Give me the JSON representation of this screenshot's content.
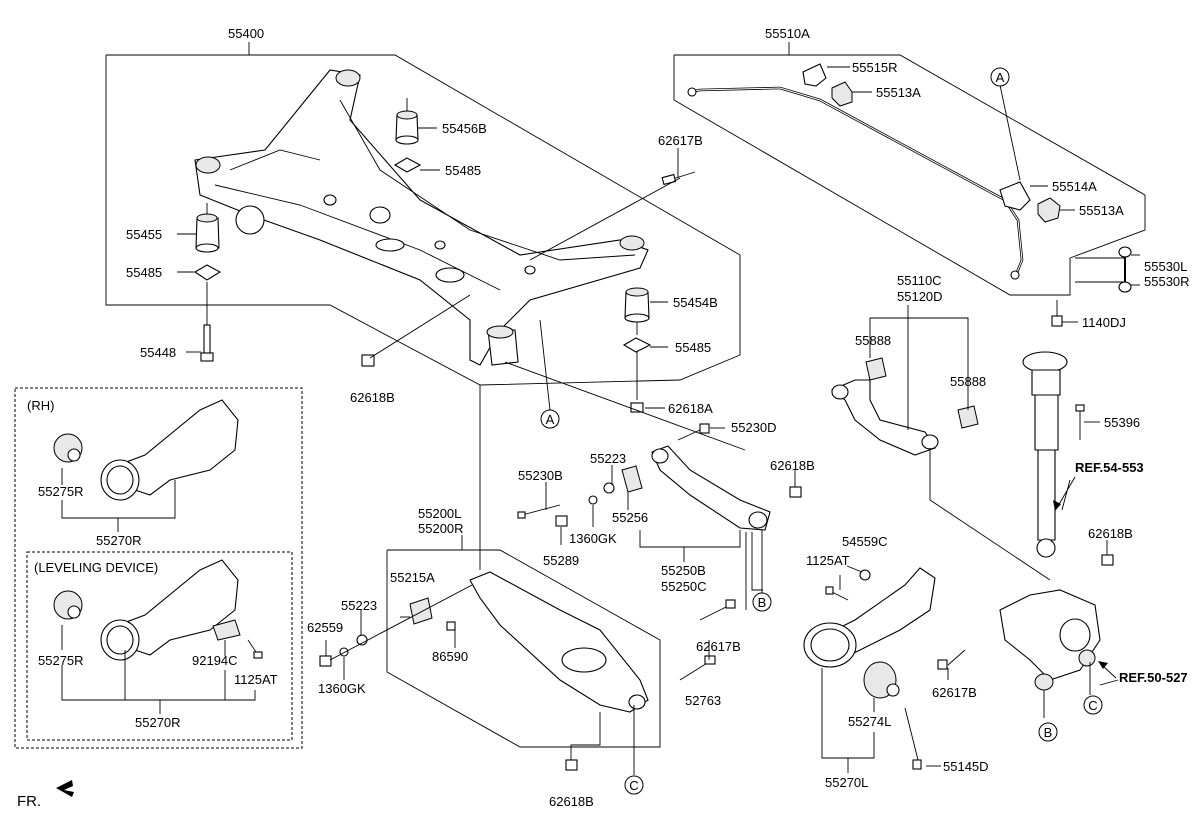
{
  "labels": {
    "l55400": "55400",
    "l55510A": "55510A",
    "l55515R": "55515R",
    "l55513A_1": "55513A",
    "l55456B": "55456B",
    "l55485_1": "55485",
    "l62617B_1": "62617B",
    "l55455": "55455",
    "l55485_2": "55485",
    "l55514A": "55514A",
    "l55513A_2": "55513A",
    "l55530L": "55530L",
    "l55530R": "55530R",
    "l55110C": "55110C",
    "l55120D": "55120D",
    "l55454B": "55454B",
    "l55485_3": "55485",
    "l1140DJ": "1140DJ",
    "l55448": "55448",
    "l55888_1": "55888",
    "l55888_2": "55888",
    "l62618B_1": "62618B",
    "l62618A": "62618A",
    "l55396": "55396",
    "lRH": "(RH)",
    "l55230D": "55230D",
    "l55223_1": "55223",
    "l62618B_2": "62618B",
    "l55230B": "55230B",
    "l55275R_1": "55275R",
    "l55256": "55256",
    "l1360GK_1": "1360GK",
    "l55270R_1": "55270R",
    "l55200L": "55200L",
    "l55200R": "55200R",
    "l55289": "55289",
    "l55250B": "55250B",
    "l55250C": "55250C",
    "l62618B_3": "62618B",
    "l54559C": "54559C",
    "l1125AT_1": "1125AT",
    "lLEVEL": "(LEVELING DEVICE)",
    "l55215A": "55215A",
    "l55223_2": "55223",
    "l62559": "62559",
    "l86590": "86590",
    "l62617B_2": "62617B",
    "l55275R_2": "55275R",
    "l92194C": "92194C",
    "l1125AT_2": "1125AT",
    "l1360GK_2": "1360GK",
    "l52763": "52763",
    "l62617B_3": "62617B",
    "l55274L": "55274L",
    "l55270R_2": "55270R",
    "l55270L": "55270L",
    "l55145D": "55145D",
    "l62618B_4": "62618B",
    "fr": "FR."
  },
  "refs": {
    "ref54": "REF.54-553",
    "ref50": "REF.50-527"
  },
  "callouts": {
    "a1": "A",
    "a2": "A",
    "b1": "B",
    "b2": "B",
    "c1": "C",
    "c2": "C"
  }
}
